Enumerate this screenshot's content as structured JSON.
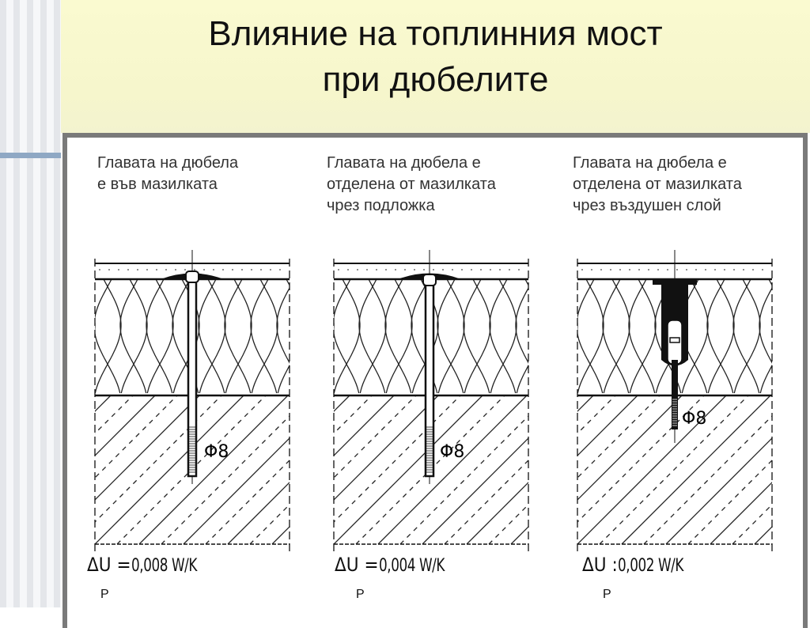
{
  "title": {
    "line1": "Влияние на топлинния мост",
    "line2": "при дюбелите"
  },
  "panels": [
    {
      "caption": [
        "Главата на дюбела",
        "е във мазилката"
      ],
      "diameter": "Φ8",
      "delta_u": "ΔU",
      "equals": "=",
      "value": "0,008 W/K",
      "subscript": "P"
    },
    {
      "caption": [
        "Главата на дюбела е",
        "отделена от мазилката",
        "чрез подложка"
      ],
      "diameter": "Φ8",
      "delta_u": "ΔU",
      "equals": "=",
      "value": "0,004 W/K",
      "subscript": "P"
    },
    {
      "caption": [
        "Главата на дюбела е",
        "отделена от мазилката",
        "чрез въздушен слой"
      ],
      "diameter": "Φ8",
      "delta_u": "ΔU",
      "equals": ":",
      "value": "0,002 W/K",
      "subscript": "P"
    }
  ]
}
